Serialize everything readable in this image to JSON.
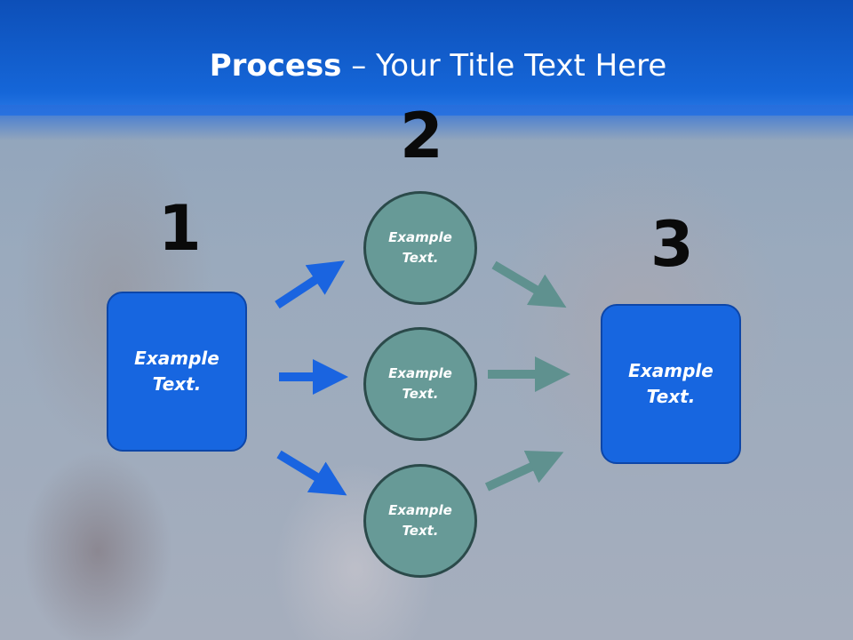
{
  "title": {
    "bold": "Process",
    "rest": " – Your Title Text Here"
  },
  "steps": [
    {
      "number": "1",
      "text": "Example\nText."
    },
    {
      "number": "2",
      "items": [
        "Example\nText.",
        "Example\nText.",
        "Example\nText."
      ]
    },
    {
      "number": "3",
      "text": "Example\nText."
    }
  ],
  "colors": {
    "header": "#1566d8",
    "box": "#1766e0",
    "circle": "#679a97",
    "arrow_blue": "#1a64e0",
    "arrow_teal": "#5f918f"
  }
}
